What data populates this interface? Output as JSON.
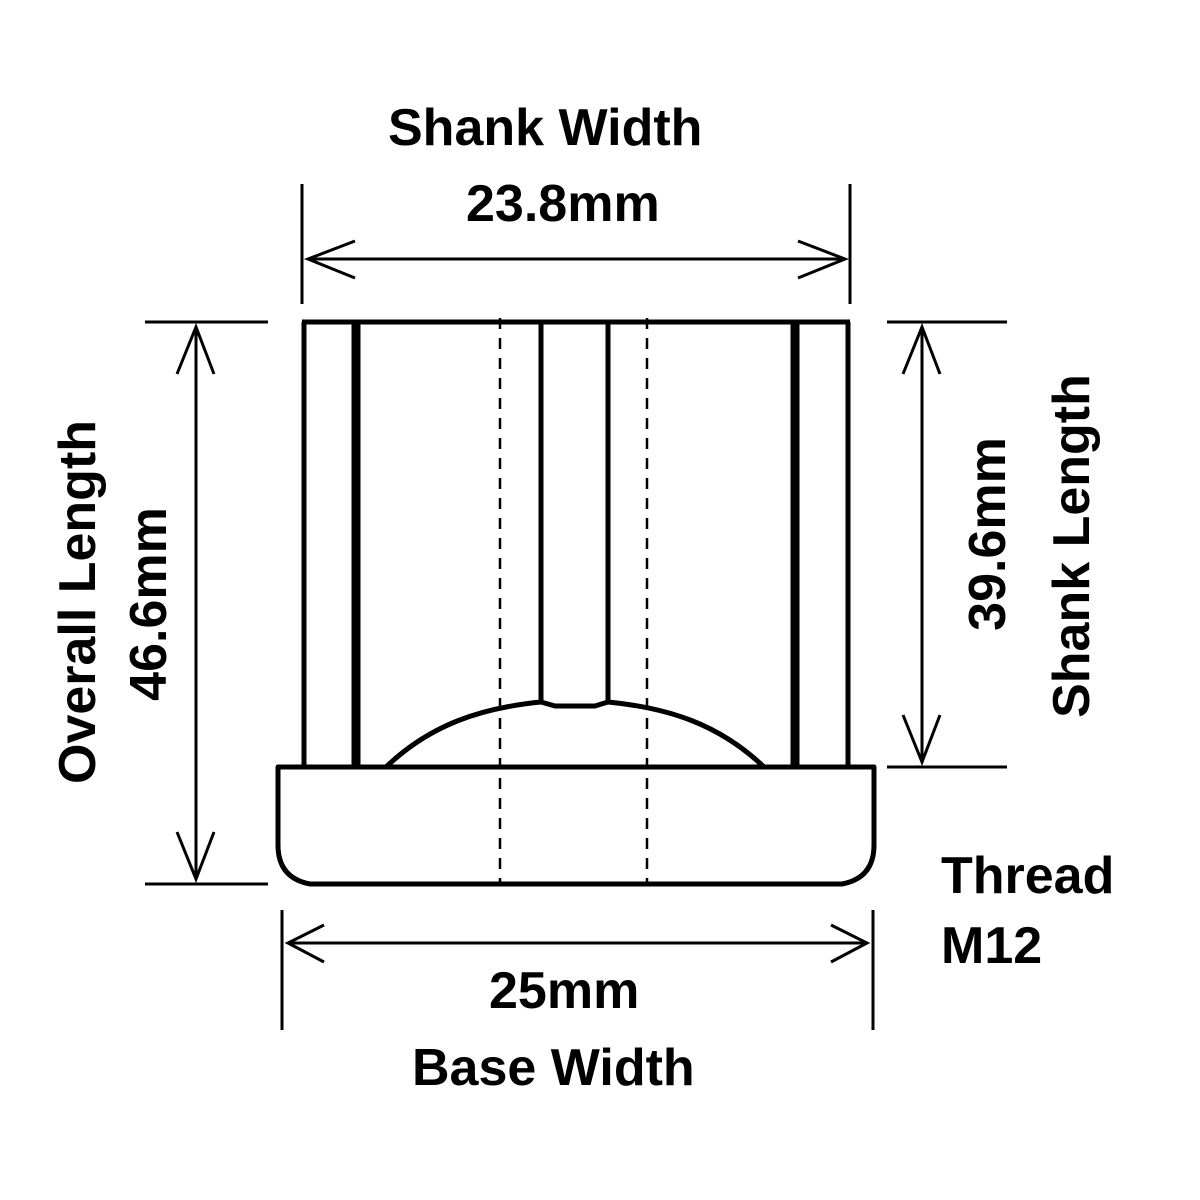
{
  "diagram": {
    "subject": "Wheel nut / lug nut technical drawing",
    "stroke_color": "#000000",
    "background_color": "#ffffff"
  },
  "dimensions": {
    "shank_width": {
      "label": "Shank Width",
      "value": "23.8mm"
    },
    "overall_length": {
      "label": "Overall Length",
      "value": "46.6mm"
    },
    "shank_length": {
      "label": "Shank Length",
      "value": "39.6mm"
    },
    "base_width": {
      "label": "Base Width",
      "value": "25mm"
    },
    "thread": {
      "label": "Thread",
      "value": "M12"
    }
  }
}
